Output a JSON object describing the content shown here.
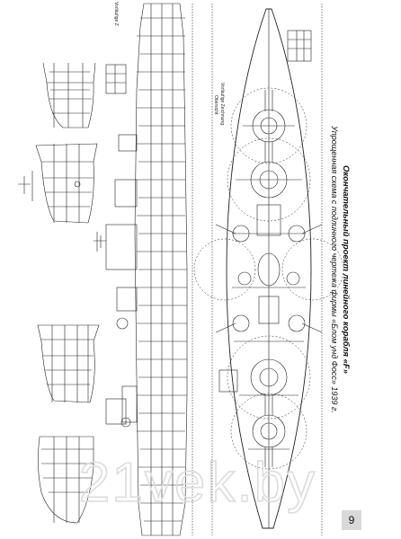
{
  "caption": {
    "title": "Окончательный проект линейного корабля «F»",
    "subtitle": "Упрощенная схема с подлинного чертежа фирмы «Блом унд Фосс» 1939 г."
  },
  "page_number": "9",
  "drawing_labels": {
    "profile_stamp": "Vorläufige Z",
    "plan_stamp": "Vorläufige Zeichnung",
    "plan_stamp_sub": "Obersicht"
  },
  "watermark": "21vek.by"
}
